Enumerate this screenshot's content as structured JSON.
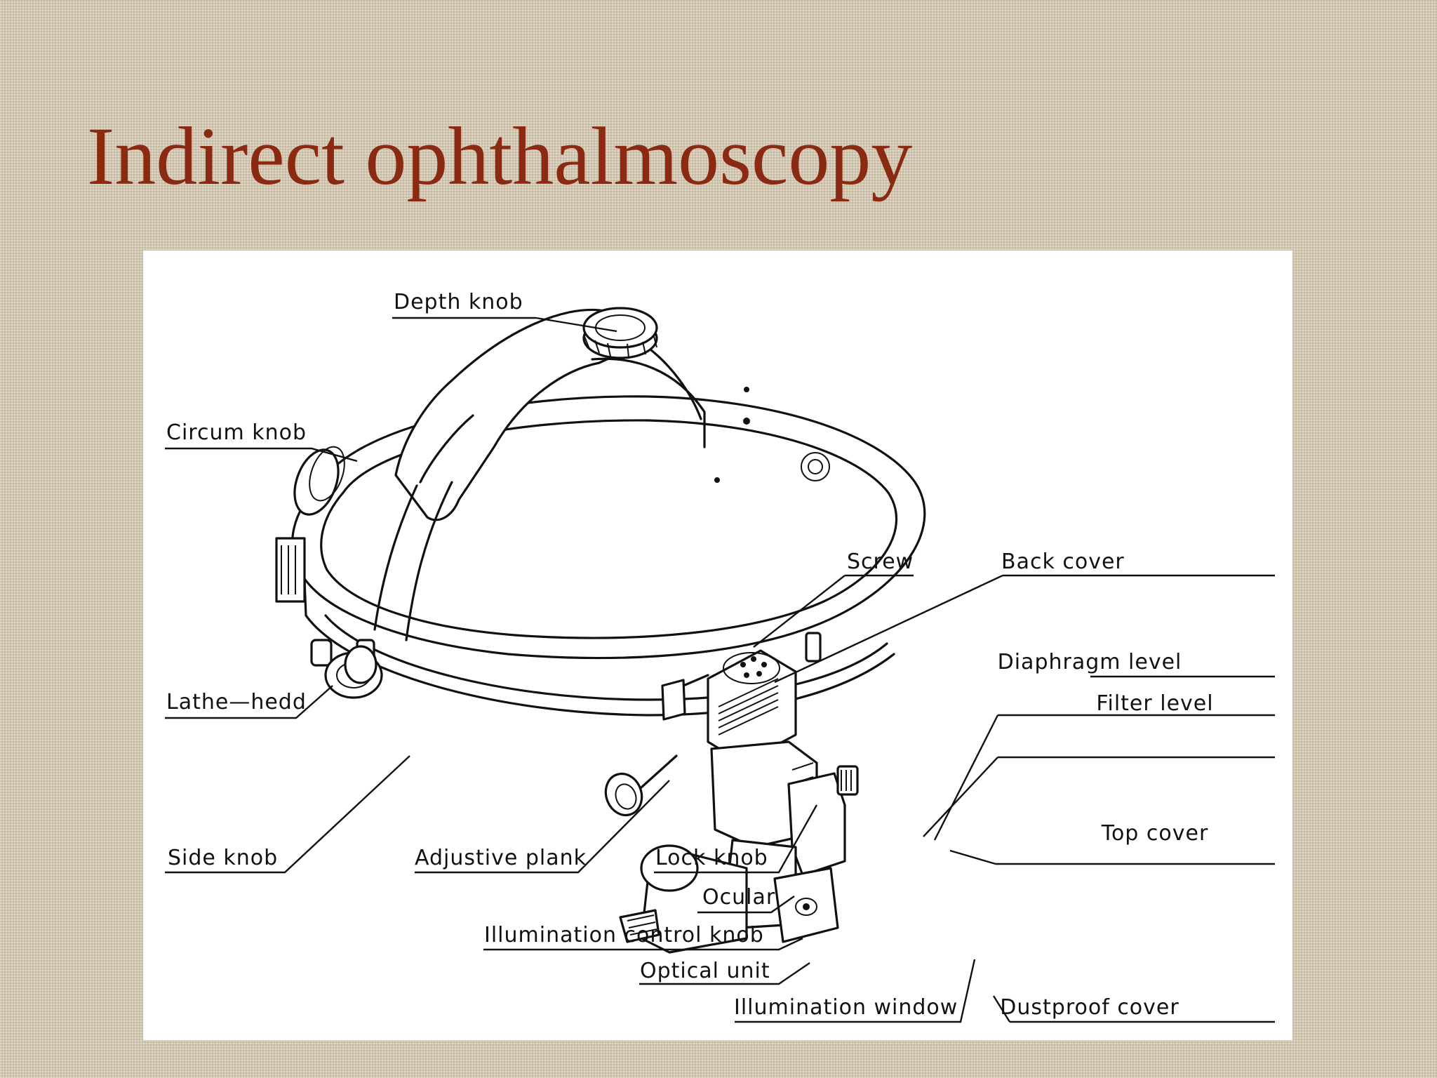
{
  "slide": {
    "title": "Indirect ophthalmoscopy"
  },
  "diagram": {
    "labels": {
      "depth_knob": "Depth knob",
      "circum_knob": "Circum knob",
      "lathe_hedd": "Lathe—hedd",
      "side_knob": "Side knob",
      "adjustive_plank": "Adjustive plank",
      "lock_knob": "Lock knob",
      "ocular": "Ocular",
      "illumination_control_knob": "Illumination control knob",
      "optical_unit": "Optical unit",
      "illumination_window": "Illumination window",
      "dustproof_cover": "Dustproof cover",
      "screw": "Screw",
      "back_cover": "Back cover",
      "diaphragm_level": "Diaphragm level",
      "filter_level": "Filter level",
      "top_cover": "Top cover"
    }
  }
}
